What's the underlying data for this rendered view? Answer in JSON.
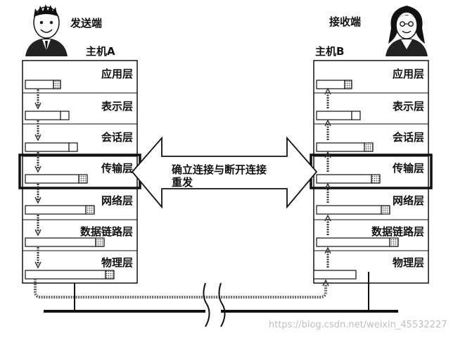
{
  "hostA": {
    "role": "发送端",
    "name": "主机A",
    "layers": [
      "应用层",
      "表示层",
      "会话层",
      "传输层",
      "网络层",
      "数据链路层",
      "物理层"
    ]
  },
  "hostB": {
    "role": "接收端",
    "name": "主机B",
    "layers": [
      "应用层",
      "表示层",
      "会话层",
      "传输层",
      "网络层",
      "数据链路层",
      "物理层"
    ]
  },
  "center": {
    "line1": "确立连接与断开连接",
    "line2": "重发"
  },
  "watermark": "https://blog.csdn.net/weixin_45532227",
  "icons": {
    "sender": "man-avatar-icon",
    "receiver": "woman-avatar-icon",
    "connection": "double-arrow-icon",
    "break": "wave-break-icon"
  }
}
